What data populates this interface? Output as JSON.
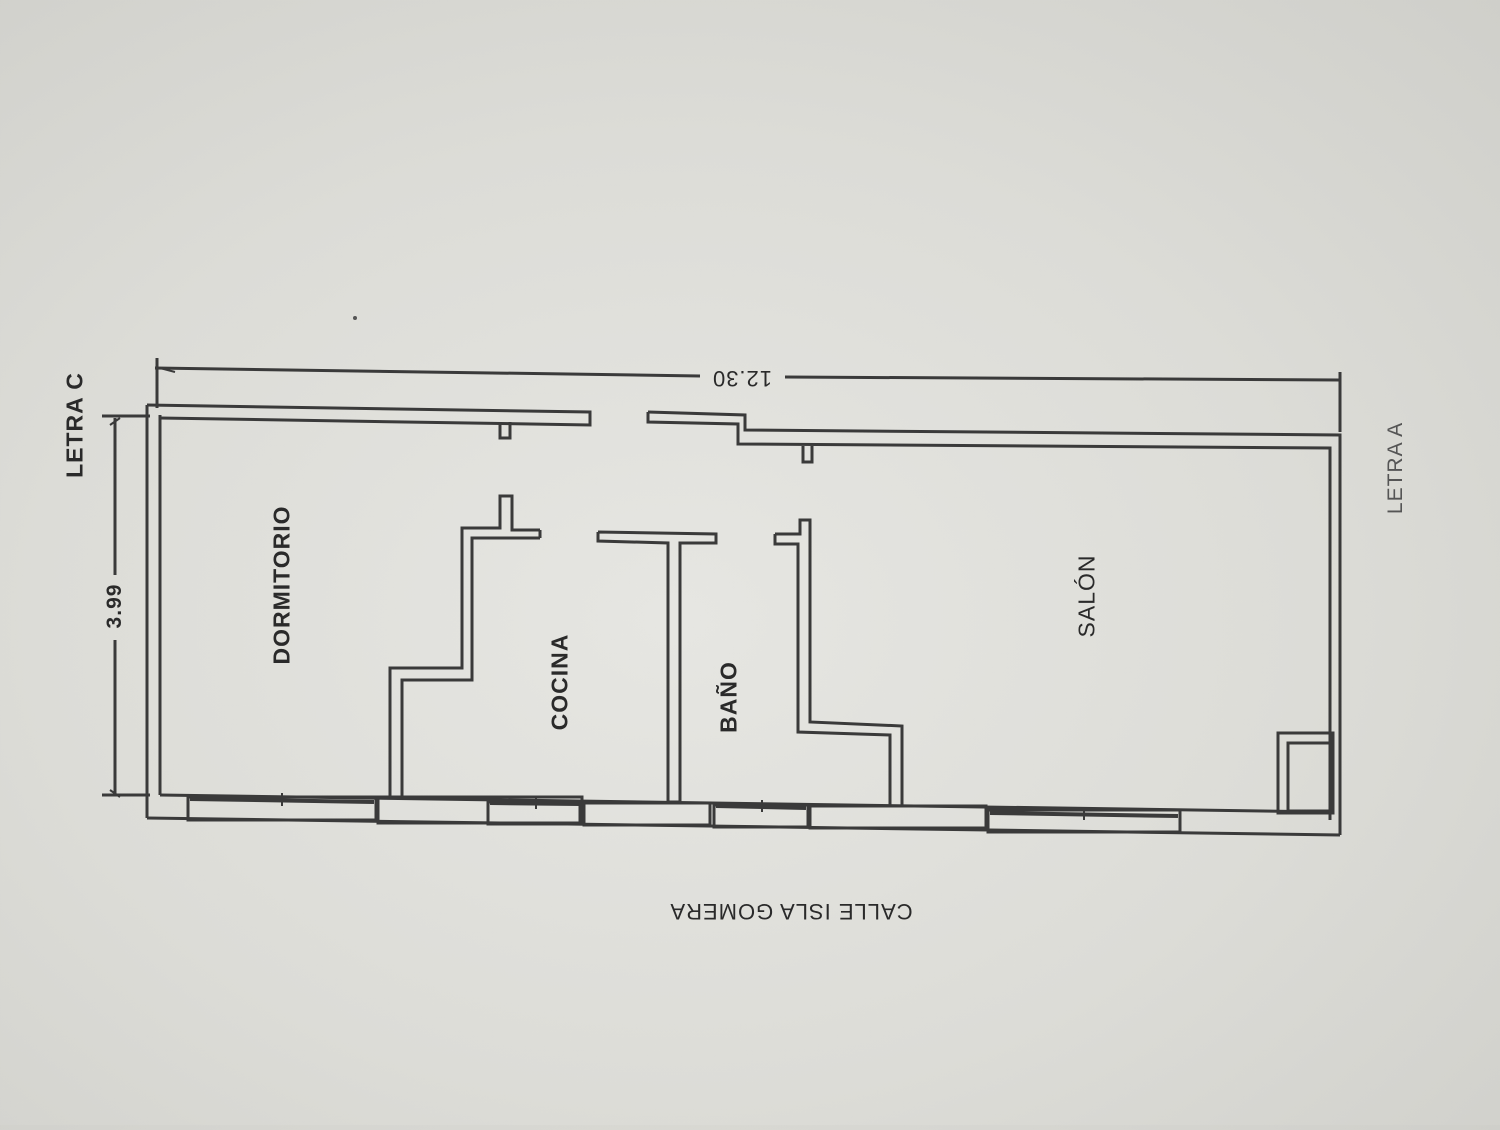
{
  "plan": {
    "rooms": {
      "dormitorio": "DORMITORIO",
      "cocina": "COCINA",
      "bano": "BAÑO",
      "salon": "SALÓN"
    },
    "neighbors": {
      "top": "LETRA C",
      "bottom": "LETRA A"
    },
    "street": "CALLE ISLA GOMERA",
    "dimensions": {
      "length": "12.30",
      "width": "3.99"
    }
  }
}
